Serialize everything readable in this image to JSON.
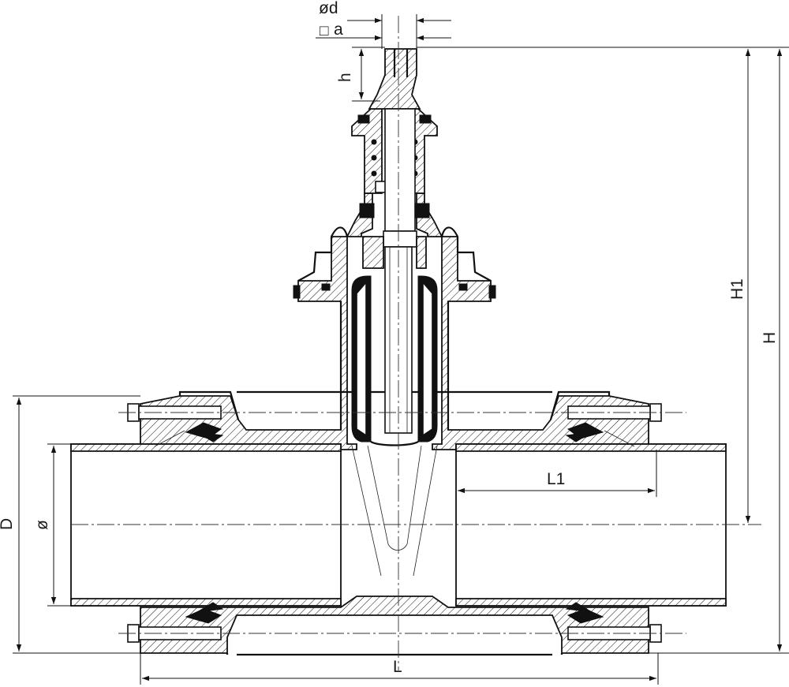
{
  "drawing": {
    "dimensions": {
      "stem_diameter": "ød",
      "stem_square": "a",
      "square_symbol": "□",
      "stem_height": "h",
      "height_to_axis": "H1",
      "total_height": "H",
      "outer_diameter": "D",
      "pipe_diameter": "ø",
      "insertion_length": "L1",
      "total_length": "L"
    }
  }
}
